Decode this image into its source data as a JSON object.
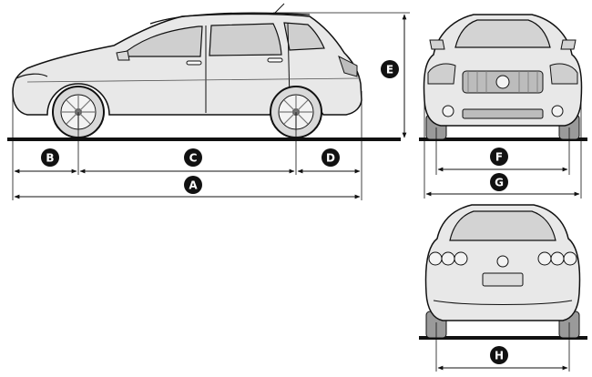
{
  "diagram": {
    "dimension_labels": {
      "A": "A",
      "B": "B",
      "C": "C",
      "D": "D",
      "E": "E",
      "F": "F",
      "G": "G",
      "H": "H"
    }
  }
}
